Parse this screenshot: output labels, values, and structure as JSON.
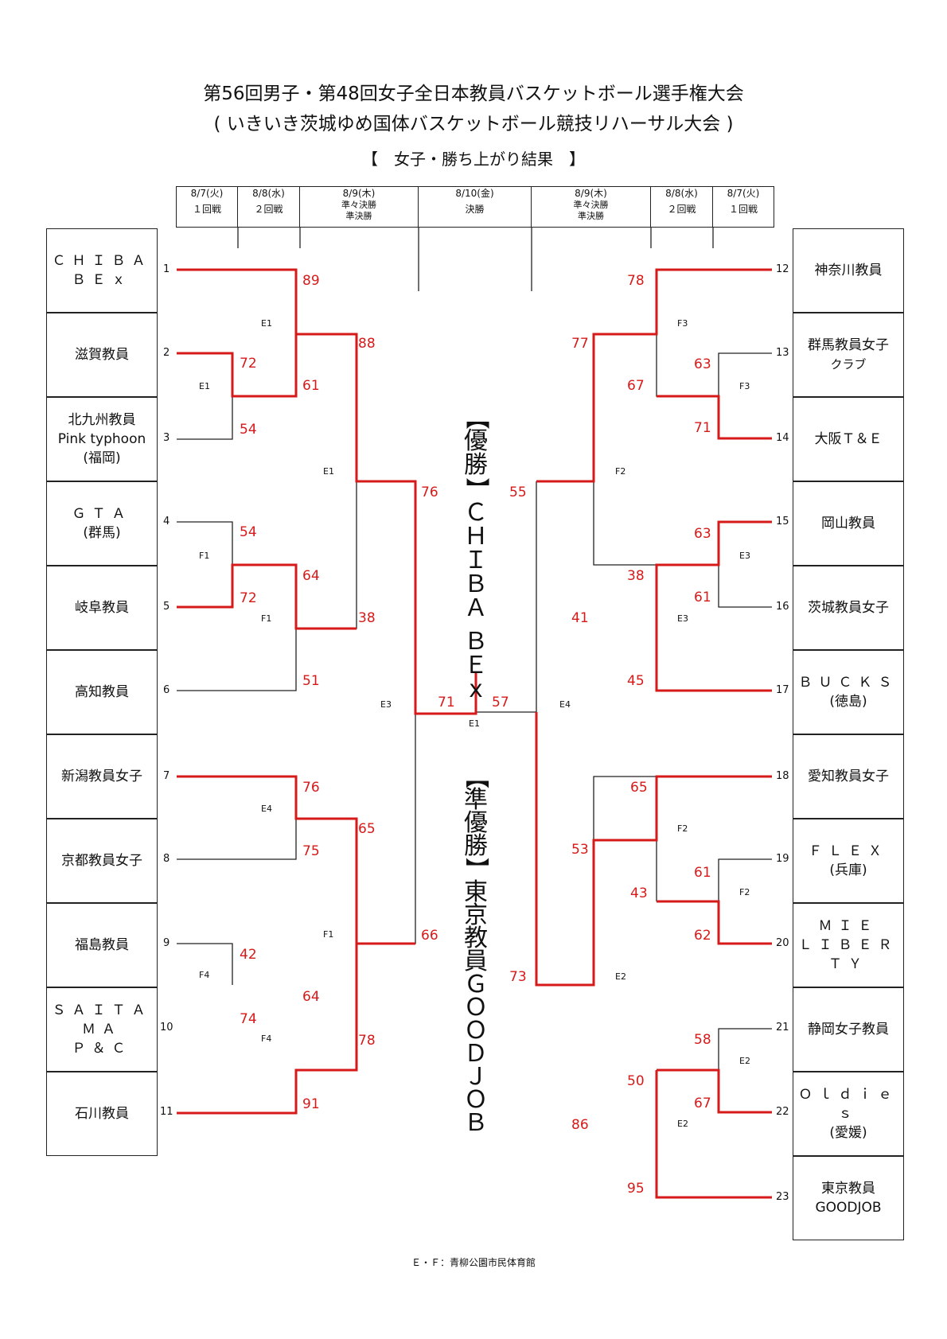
{
  "title": {
    "line1": "第56回男子・第48回女子全日本教員バスケットボール選手権大会",
    "line2": "( いきいき茨城ゆめ国体バスケットボール競技リハーサル大会 )",
    "sub": "【　女子・勝ち上がり結果　】"
  },
  "rounds": [
    {
      "date": "8/7(火)",
      "name": "１回戦"
    },
    {
      "date": "8/8(水)",
      "name": "２回戦"
    },
    {
      "date": "8/9(木)",
      "name": "準々決勝",
      "name2": "準決勝"
    },
    {
      "date": "8/10(金)",
      "name": "決勝"
    },
    {
      "date": "8/9(木)",
      "name": "準々決勝",
      "name2": "準決勝"
    },
    {
      "date": "8/8(水)",
      "name": "２回戦"
    },
    {
      "date": "8/7(火)",
      "name": "１回戦"
    }
  ],
  "left_teams": [
    {
      "no": "1",
      "l1": "ＣＨＩＢＡ",
      "l2": "ＢＥｘ",
      "spaced": true
    },
    {
      "no": "2",
      "l1": "滋賀教員"
    },
    {
      "no": "3",
      "l1": "北九州教員",
      "l2": "Pink typhoon",
      "l3": "(福岡)"
    },
    {
      "no": "4",
      "l1": "ＧＴＡ",
      "l2": "(群馬)",
      "spaced": true
    },
    {
      "no": "5",
      "l1": "岐阜教員"
    },
    {
      "no": "6",
      "l1": "高知教員"
    },
    {
      "no": "7",
      "l1": "新潟教員女子"
    },
    {
      "no": "8",
      "l1": "京都教員女子"
    },
    {
      "no": "9",
      "l1": "福島教員"
    },
    {
      "no": "10",
      "l1": "ＳＡＩＴＡＭＡ",
      "l2": "Ｐ＆Ｃ",
      "spaced": true
    },
    {
      "no": "11",
      "l1": "石川教員"
    }
  ],
  "right_teams": [
    {
      "no": "12",
      "l1": "神奈川教員"
    },
    {
      "no": "13",
      "l1": "群馬教員女子",
      "l2": "クラブ",
      "small2": true
    },
    {
      "no": "14",
      "l1": "大阪Ｔ＆Ｅ"
    },
    {
      "no": "15",
      "l1": "岡山教員"
    },
    {
      "no": "16",
      "l1": "茨城教員女子"
    },
    {
      "no": "17",
      "l1": "ＢＵＣＫＳ",
      "l2": "(徳島)",
      "spaced": true
    },
    {
      "no": "18",
      "l1": "愛知教員女子"
    },
    {
      "no": "19",
      "l1": "ＦＬＥＸ",
      "l2": "(兵庫)",
      "spaced": true
    },
    {
      "no": "20",
      "l1": "ＭＩＥ",
      "l2": "ＬＩＢＥＲＴＹ",
      "spaced": true
    },
    {
      "no": "21",
      "l1": "静岡女子教員"
    },
    {
      "no": "22",
      "l1": "Ｏｌｄｉｅｓ",
      "l2": "(愛媛)",
      "spaced": true
    },
    {
      "no": "23",
      "l1": "東京教員",
      "l2": "GOODJOB"
    }
  ],
  "scores": [
    "89",
    "72",
    "61",
    "54",
    "88",
    "54",
    "64",
    "72",
    "76",
    "38",
    "51",
    "76",
    "65",
    "75",
    "42",
    "64",
    "74",
    "78",
    "91",
    "66",
    "71",
    "78",
    "77",
    "63",
    "67",
    "71",
    "55",
    "63",
    "38",
    "61",
    "41",
    "45",
    "57",
    "65",
    "53",
    "61",
    "43",
    "62",
    "73",
    "58",
    "50",
    "67",
    "86",
    "95"
  ],
  "courts": [
    "E1",
    "E1",
    "E1",
    "F1",
    "F1",
    "E3",
    "E4",
    "F1",
    "F4",
    "F4",
    "E1",
    "F3",
    "F3",
    "F2",
    "E3",
    "E3",
    "E4",
    "F2",
    "F2",
    "E2",
    "E2",
    "E2"
  ],
  "champion": "【優勝】ＣＨＩＢＡ ＢＥｘ",
  "runner_up": "【準優勝】東京教員ＧＯＯＤＪＯＢ",
  "footer": "Ｅ・Ｆ：青柳公園市民体育館",
  "colors": {
    "win": "#d61a1a",
    "line": "#222222"
  }
}
